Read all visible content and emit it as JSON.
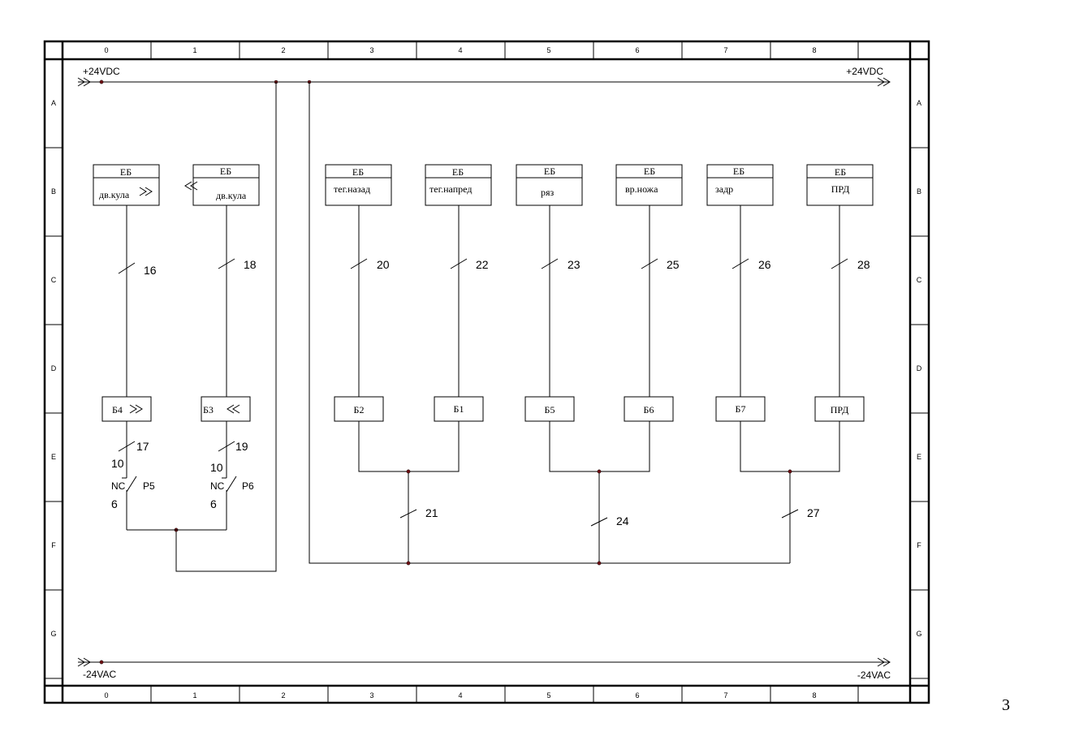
{
  "frame": {
    "columns": [
      "0",
      "1",
      "2",
      "3",
      "4",
      "5",
      "6",
      "7",
      "8"
    ],
    "rows": [
      "A",
      "B",
      "C",
      "D",
      "E",
      "F",
      "G"
    ]
  },
  "rails": {
    "top_left": "+24VDC",
    "top_right": "+24VDC",
    "bottom_left": "-24VAC",
    "bottom_right": "-24VAC"
  },
  "units": [
    {
      "title": "ЕБ",
      "label": "дв.кула",
      "wire": "16",
      "block": "Б4"
    },
    {
      "title": "ЕБ",
      "label": "дв.кула",
      "wire": "18",
      "block": "Б3"
    },
    {
      "title": "ЕБ",
      "label": "тег.назад",
      "wire": "20",
      "block": "Б2"
    },
    {
      "title": "ЕБ",
      "label": "тег.напред",
      "wire": "22",
      "block": "Б1"
    },
    {
      "title": "ЕБ",
      "label": "ряз",
      "wire": "23",
      "block": "Б5"
    },
    {
      "title": "ЕБ",
      "label": "вр.ножа",
      "wire": "25",
      "block": "Б6"
    },
    {
      "title": "ЕБ",
      "label": "задр",
      "wire": "26",
      "block": "Б7"
    },
    {
      "title": "ЕБ",
      "label": "ПРД",
      "wire": "28",
      "block": "ПРД"
    }
  ],
  "contacts": [
    {
      "wire": "17",
      "pin_top": "10",
      "type": "NC",
      "name": "P5",
      "pin_bottom": "6"
    },
    {
      "wire": "19",
      "pin_top": "10",
      "type": "NC",
      "name": "P6",
      "pin_bottom": "6"
    }
  ],
  "junction_wires": [
    "21",
    "24",
    "27"
  ],
  "page_number": "3"
}
